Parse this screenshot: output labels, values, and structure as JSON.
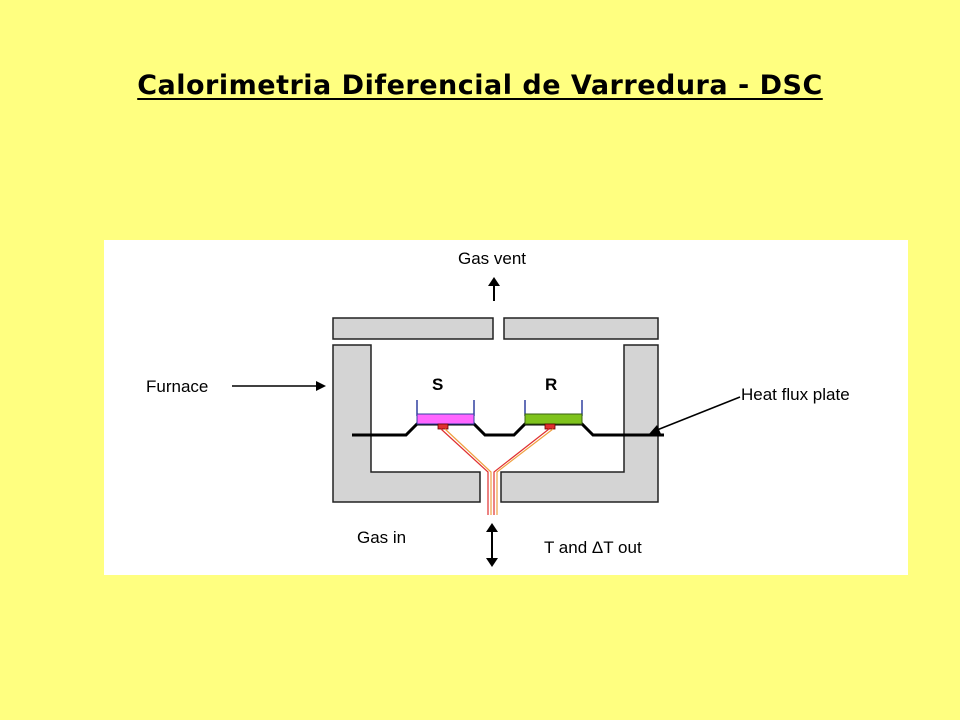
{
  "slide": {
    "title": "Calorimetria Diferencial de Varredura - DSC",
    "background_color": "#ffff80"
  },
  "diagram": {
    "labels": {
      "gas_vent": "Gas vent",
      "furnace": "Furnace",
      "heat_flux_plate": "Heat flux plate",
      "sample": "S",
      "reference": "R",
      "gas_in": "Gas in",
      "t_out_prefix": "T and ",
      "delta_symbol": "Δ",
      "t_out_suffix": "T out"
    },
    "colors": {
      "furnace_wall": "#d4d4d4",
      "sample_pan": "#ff66ff",
      "reference_pan": "#7fc31c",
      "thermocouple_red": "#e03030",
      "thermocouple_orange": "#f0a040",
      "pan_wall": "#3040a0"
    }
  }
}
